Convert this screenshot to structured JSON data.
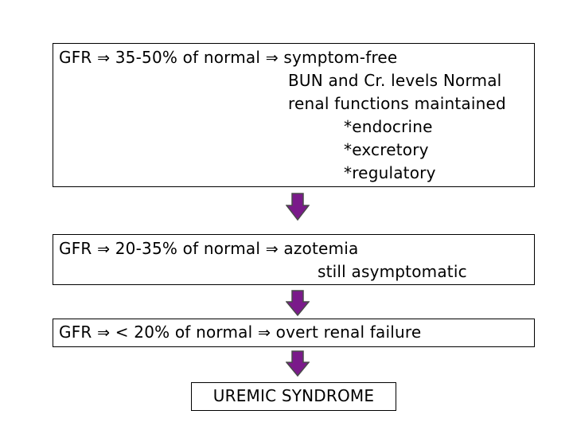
{
  "stage1": {
    "line1": {
      "gfr": "GFR",
      "arrow_a": "⇒",
      "range": "35-50% of normal",
      "arrow_b": "⇒",
      "result": "symptom-free"
    },
    "line2": "BUN and Cr. levels  Normal",
    "line3": "renal functions maintained",
    "line4": "*endocrine",
    "line5": "*excretory",
    "line6": "*regulatory"
  },
  "stage2": {
    "line1": {
      "gfr": "GFR",
      "arrow_a": "⇒",
      "range": "20-35% of normal",
      "arrow_b": "⇒",
      "result": "azotemia"
    },
    "line2": "still asymptomatic"
  },
  "stage3": {
    "line1": {
      "gfr": "GFR",
      "arrow_a": "⇒",
      "range": "< 20% of normal",
      "arrow_b": "⇒",
      "result": "overt renal failure"
    }
  },
  "final": {
    "label": "UREMIC SYNDROME"
  },
  "colors": {
    "arrow_fill": "#7a1a8a",
    "arrow_stroke": "#4a4a4a"
  }
}
